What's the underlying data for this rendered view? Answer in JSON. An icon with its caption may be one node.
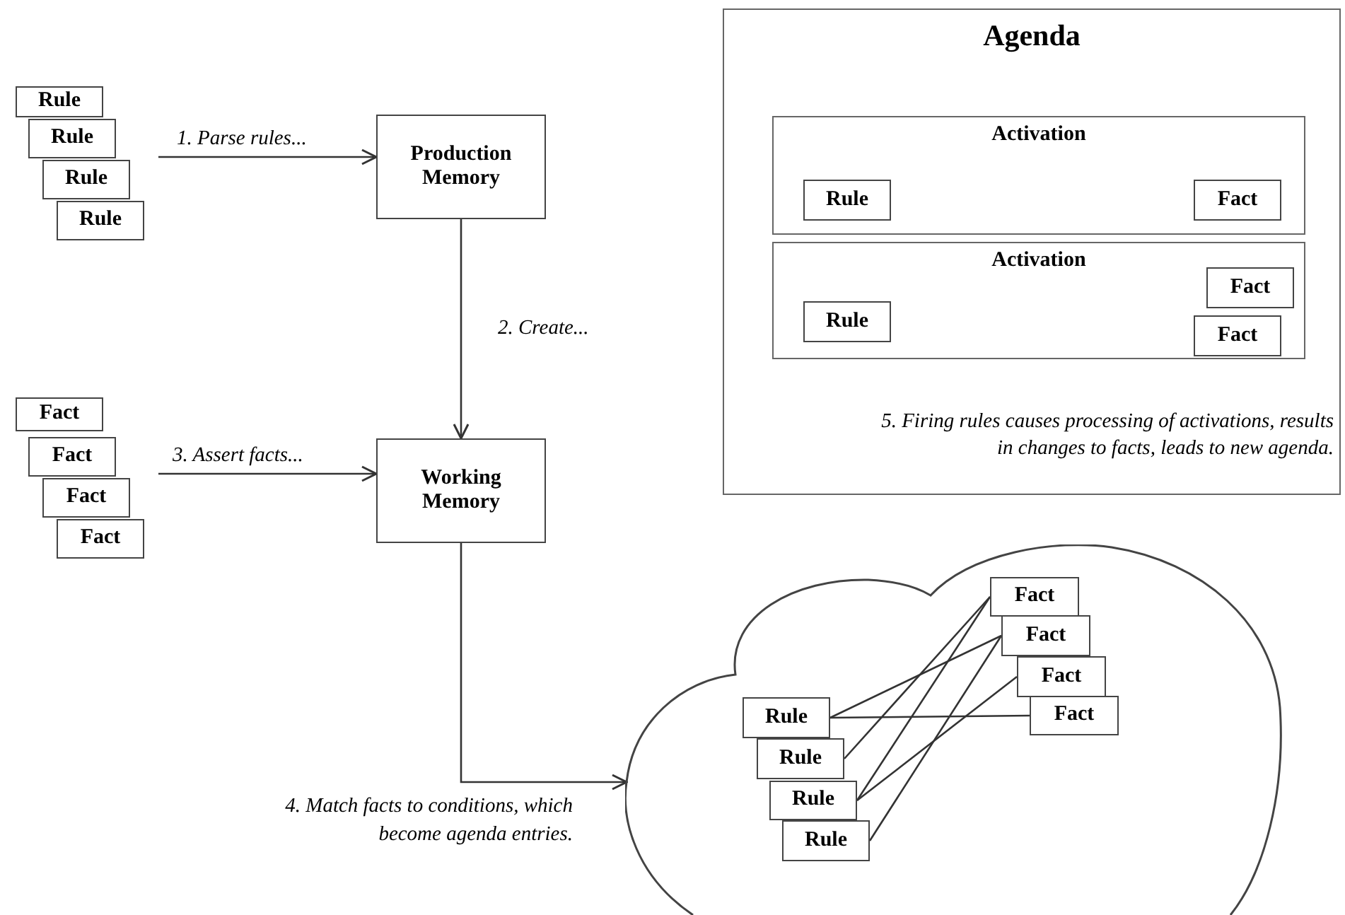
{
  "diagram": {
    "nodes": [
      {
        "text": [
          "Rule"
        ]
      },
      {
        "text": [
          "Rule"
        ]
      },
      {
        "text": [
          "Rule"
        ]
      },
      {
        "text": [
          "Rule"
        ]
      },
      {
        "text": [
          "Fact"
        ]
      },
      {
        "text": [
          "Fact"
        ]
      },
      {
        "text": [
          "Fact"
        ]
      },
      {
        "text": [
          "Fact"
        ]
      },
      {
        "text": [
          "Production Memory"
        ]
      },
      {
        "text": [
          "Working Memory"
        ]
      },
      {
        "text": [
          "Agenda",
          "5. Firing rules causes processing of activations, results in changes to facts, leads to new agenda."
        ]
      },
      {
        "text": [
          "Activation"
        ],
        "in": 10
      },
      {
        "text": [
          "Rule"
        ],
        "in": 11
      },
      {
        "text": [
          "Fact"
        ],
        "in": 11
      },
      {
        "text": [
          "Activation"
        ],
        "in": 10
      },
      {
        "text": [
          "Fact"
        ],
        "in": 14
      },
      {
        "text": [
          "Rule"
        ],
        "in": 14
      },
      {
        "text": [
          "Fact"
        ],
        "in": 14
      },
      {
        "text": [],
        "shape": "cloud"
      },
      {
        "text": [
          "Fact"
        ],
        "in": 18
      },
      {
        "text": [
          "Fact"
        ],
        "in": 18
      },
      {
        "text": [
          "Fact"
        ],
        "in": 18
      },
      {
        "text": [
          "Fact"
        ],
        "in": 18
      },
      {
        "text": [
          "Rule"
        ],
        "in": 18
      },
      {
        "text": [
          "Rule"
        ],
        "in": 18
      },
      {
        "text": [
          "Rule"
        ],
        "in": 18
      },
      {
        "text": [
          "Rule"
        ],
        "in": 18
      }
    ],
    "edges": [
      {
        "from": null,
        "to": 8,
        "arrow": "to",
        "label": "1. Parse rules..."
      },
      {
        "from": 8,
        "to": 9,
        "arrow": "to",
        "label": "2. Create..."
      },
      {
        "from": null,
        "to": 9,
        "arrow": "to",
        "label": "3. Assert facts..."
      },
      {
        "from": 9,
        "to": 18,
        "arrow": "to",
        "label": "4. Match facts to conditions, which become agenda entries."
      },
      {
        "from": 23,
        "to": 22,
        "arrow": "none"
      },
      {
        "from": 23,
        "to": 20,
        "arrow": "none"
      },
      {
        "from": 24,
        "to": 19,
        "arrow": "none"
      },
      {
        "from": 25,
        "to": 19,
        "arrow": "none"
      },
      {
        "from": 25,
        "to": 21,
        "arrow": "none"
      },
      {
        "from": 26,
        "to": 20,
        "arrow": "none"
      }
    ]
  }
}
